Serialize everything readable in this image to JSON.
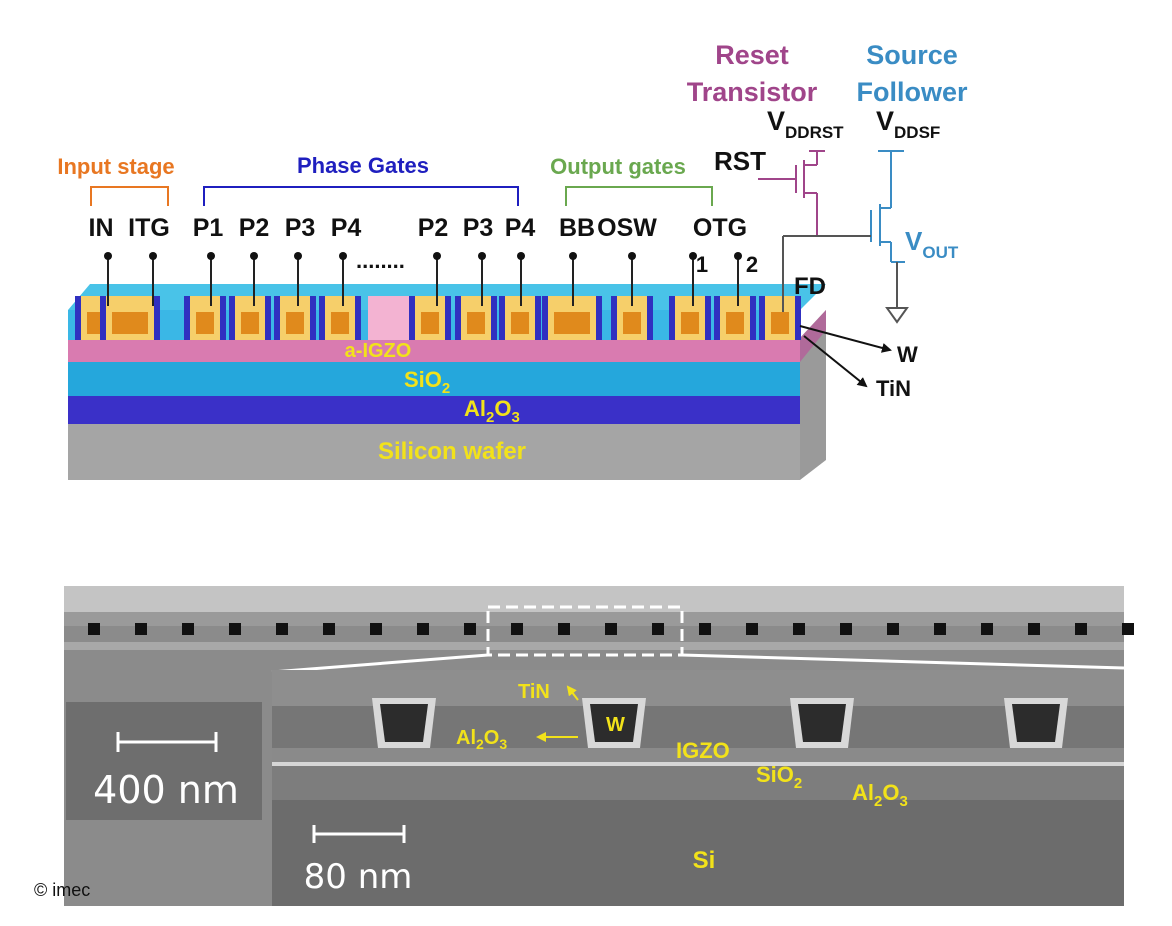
{
  "diagram": {
    "labels": {
      "input_stage": "Input stage",
      "phase_gates": "Phase Gates",
      "output_gates": "Output gates",
      "reset_line1": "Reset",
      "reset_line2": "Transistor",
      "sf_line1": "Source",
      "sf_line2": "Follower",
      "vdd_main": "V",
      "vddrst_sub": "DDRST",
      "vddsf_sub": "DDSF",
      "rst": "RST",
      "vout_main": "V",
      "vout_sub": "OUT",
      "fd": "FD",
      "w": "W",
      "tin": "TiN",
      "ellipsis": "........",
      "otg1": "1",
      "otg2": "2"
    },
    "gate_labels": [
      "IN",
      "ITG",
      "P1",
      "P2",
      "P3",
      "P4",
      "P2",
      "P3",
      "P4",
      "BB",
      "OSW",
      "OTG"
    ],
    "layers": {
      "igzo": "a-IGZO",
      "sio2_main": "SiO",
      "sio2_sub": "2",
      "al_main": "Al",
      "al_sub1": "2",
      "o_main": "O",
      "al_sub2": "3",
      "wafer": "Silicon wafer"
    },
    "colors": {
      "input": "#e87722",
      "phase": "#1f1fbf",
      "output": "#6aa84f",
      "reset": "#a0458a",
      "follower": "#3a8cc4",
      "layer_label": "#f2e21a"
    }
  },
  "sem": {
    "scale_main": "400 nm",
    "scale_inset": "80 nm",
    "labels": {
      "tin": "TiN",
      "w": "W",
      "al_main": "Al",
      "al_sub1": "2",
      "o_main": "O",
      "al_sub2": "3",
      "igzo": "IGZO",
      "sio2_main": "SiO",
      "sio2_sub": "2",
      "si": "Si"
    }
  },
  "copyright": "© imec"
}
